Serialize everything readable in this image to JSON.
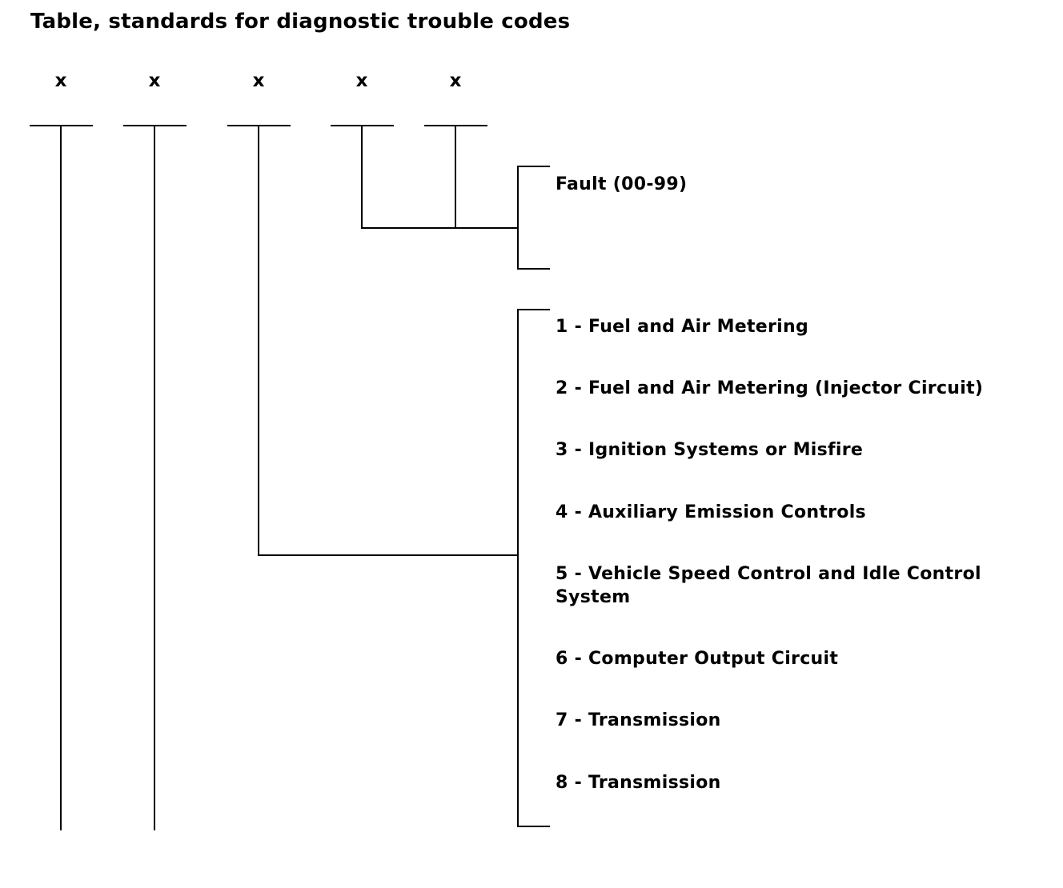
{
  "title": "Table, standards for diagnostic trouble codes",
  "digits": [
    "x",
    "x",
    "x",
    "x",
    "x"
  ],
  "fault": {
    "label": "Fault (00-99)"
  },
  "subsystems": [
    "1 - Fuel and Air Metering",
    "2 - Fuel and Air Metering (Injector Circuit)",
    "3 - Ignition Systems or Misfire",
    "4 - Auxiliary Emission Controls",
    "5 - Vehicle Speed Control and Idle Control System",
    "6 - Computer Output Circuit",
    "7 - Transmission",
    "8 - Transmission"
  ]
}
